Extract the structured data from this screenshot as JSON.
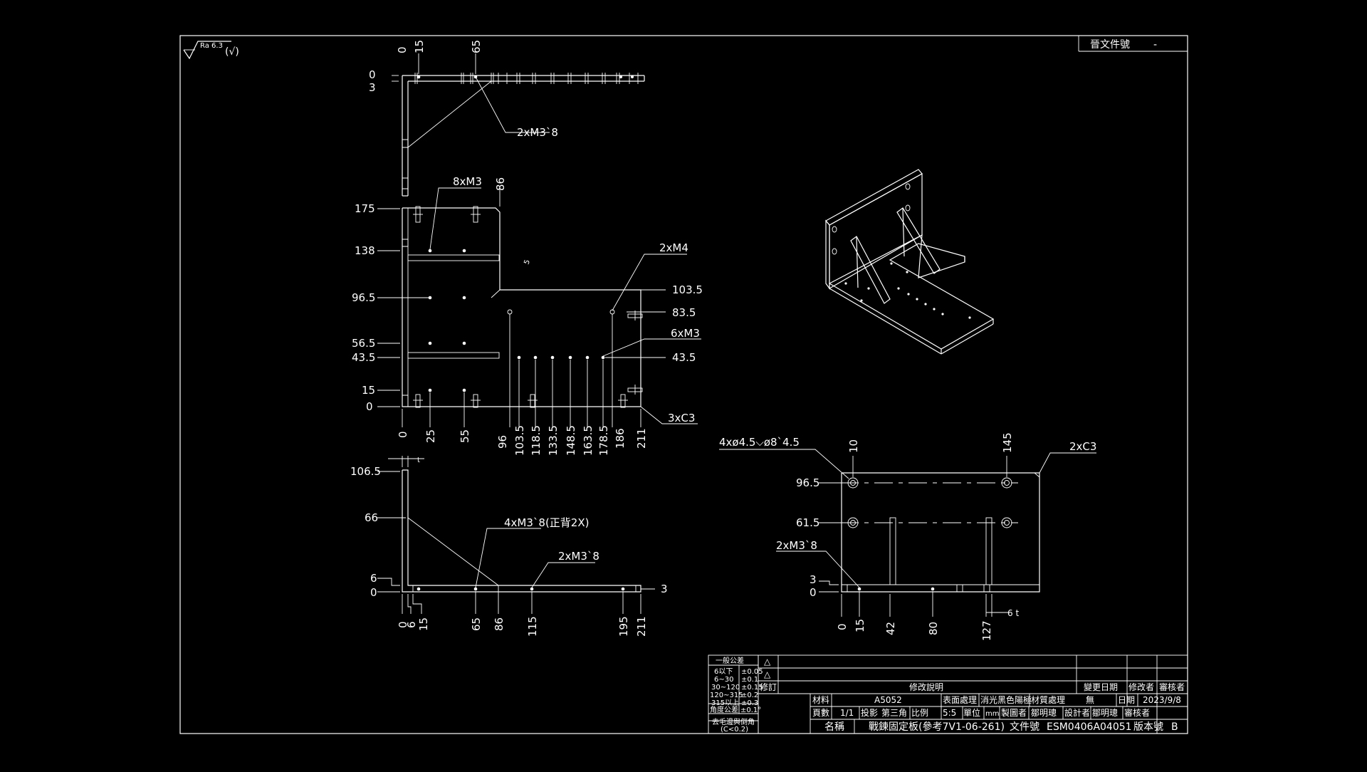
{
  "header": {
    "top_right_label": "晉文件號",
    "top_right_value": "-",
    "roughness": "Ra 6.3",
    "roughness_suffix": "(√)"
  },
  "top_view": {
    "h_dims": [
      "0",
      "15",
      "65"
    ],
    "v_dims": [
      "0",
      "3"
    ],
    "callout": "2xM3`8"
  },
  "front_view": {
    "left_dims": [
      "175",
      "138",
      "96.5",
      "56.5",
      "43.5",
      "15",
      "0"
    ],
    "right_dims": [
      "103.5",
      "83.5",
      "43.5"
    ],
    "bottom_dims": [
      "0",
      "25",
      "55",
      "96",
      "103.5",
      "118.5",
      "133.5",
      "148.5",
      "163.5",
      "178.5",
      "186",
      "211"
    ],
    "top_dim": "86",
    "callout_8xm3": "8xM3",
    "callout_2xm4": "2xM4",
    "callout_6xm3": "6xM3",
    "callout_3xc3": "3xC3",
    "mark_5": "5"
  },
  "side_view": {
    "left_dims": [
      "106.5",
      "66",
      "6",
      "0"
    ],
    "right_dim": "3",
    "top_dim": "t",
    "bottom_dims": [
      "0",
      "6",
      "15",
      "65",
      "86",
      "115",
      "195",
      "211"
    ],
    "callout_4x": "4xM3`8(正背2X)",
    "callout_2x": "2xM3`8"
  },
  "bottom_right_view": {
    "callout_holes": "4xø4.5⌵ø8`4.5",
    "callout_c3": "2xC3",
    "callout_m3": "2xM3`8",
    "left_dims": [
      "96.5",
      "61.5",
      "3",
      "0"
    ],
    "top_dims": [
      "10",
      "145"
    ],
    "bottom_dims": [
      "0",
      "15",
      "42",
      "80",
      "127"
    ],
    "thickness": "6 t"
  },
  "tolerance_table": {
    "title": "一般公差",
    "rows": [
      {
        "range": "6以下",
        "tol": "±0.05"
      },
      {
        "range": "6~30",
        "tol": "±0.1"
      },
      {
        "range": "30~120",
        "tol": "±0.15"
      },
      {
        "range": "120~315",
        "tol": "±0.2"
      },
      {
        "range": "315以上",
        "tol": "±0.3"
      }
    ],
    "angle_label": "角度公差",
    "angle_tol": "±0.1°",
    "deburr_label": "去毛邊與倒角",
    "deburr_note": "(C<0.2)"
  },
  "title_block": {
    "rev_label": "修訂",
    "rev_desc_label": "修改說明",
    "change_date_label": "變更日期",
    "modifier_label": "修改者",
    "reviewer_label": "審核者",
    "material_label": "材料",
    "material_value": "A5052",
    "surface_label": "表面處理",
    "surface_value": "消光黑色陽極",
    "heat_label": "材質處理",
    "heat_value": "無",
    "date_label": "日期",
    "date_value": "2023/9/8",
    "page_label": "頁數",
    "page_value": "1/1",
    "projection_label": "投影",
    "projection_value": "第三角",
    "scale_label": "比例",
    "scale_value": "5:5",
    "unit_label": "單位",
    "unit_value": "mm",
    "drafter_label": "製圖者",
    "drafter_value": "鄒明璁",
    "designer_label": "設計者",
    "designer_value": "鄒明璁",
    "checker_label": "審核者",
    "name_label": "名稱",
    "name_value": "戰鍊固定板(參考7V1-06-261)",
    "docno_label": "文件號",
    "docno_value": "ESM0406A04051",
    "version_label": "版本號",
    "version_value": "B",
    "warn_symbol": "△"
  }
}
